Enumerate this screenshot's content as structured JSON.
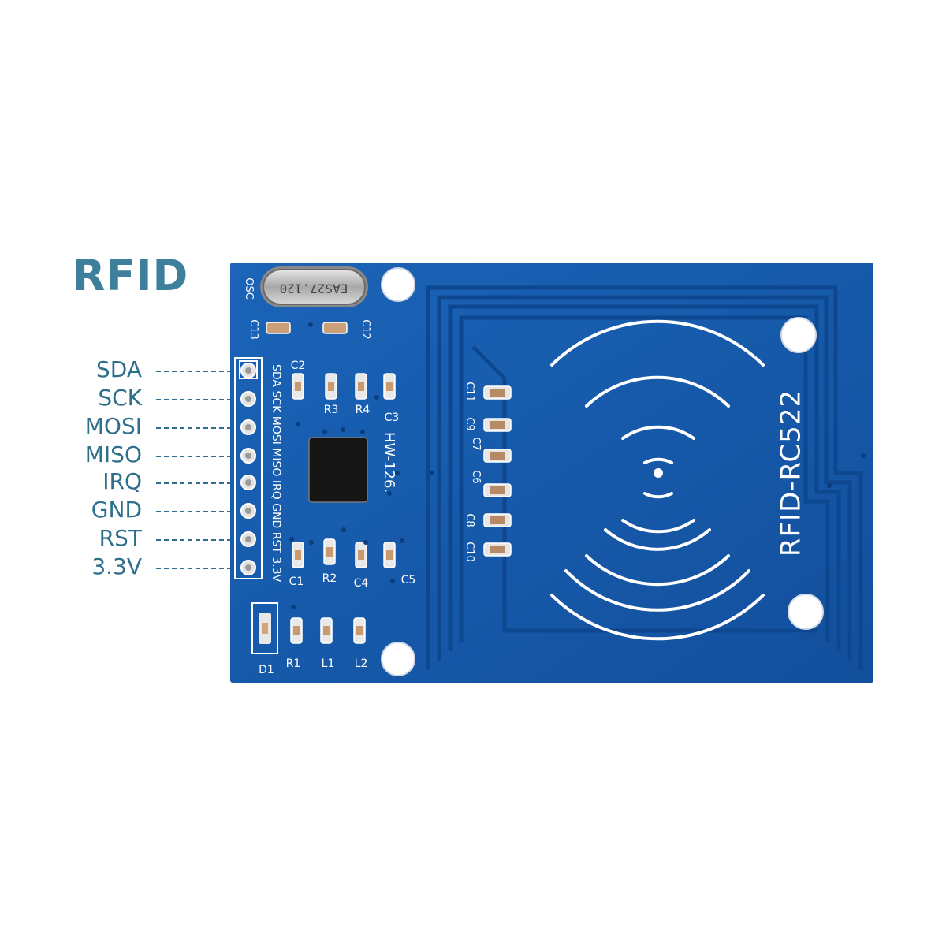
{
  "heading": "RFID",
  "pins": [
    "SDA",
    "SCK",
    "MOSI",
    "MISO",
    "IRQ",
    "GND",
    "RST",
    "3.3V"
  ],
  "board": {
    "model": "RFID-RC522",
    "code": "HW-126.",
    "crystal_text": "EAS27.120",
    "osc_label": "OSC",
    "c13": "C13",
    "c12": "C12",
    "header_silk": "SDA SCK MOSI MISO IRQ GND RST 3.3V",
    "left_parts": {
      "c2": "C2",
      "r3": "R3",
      "r4": "R4",
      "c3": "C3",
      "c1": "C1",
      "r2": "R2",
      "c4": "C4",
      "c5": "C5",
      "r1": "R1",
      "l1": "L1",
      "l2": "L2",
      "d1": "D1"
    },
    "match_caps": [
      "C11",
      "C9",
      "C7",
      "C6",
      "C8",
      "C10"
    ],
    "colors": {
      "pcb": "#1a5fb0",
      "pcb_dark": "#0f4a94",
      "silk": "#ffffff",
      "text_accent": "#2e6f8c"
    }
  }
}
